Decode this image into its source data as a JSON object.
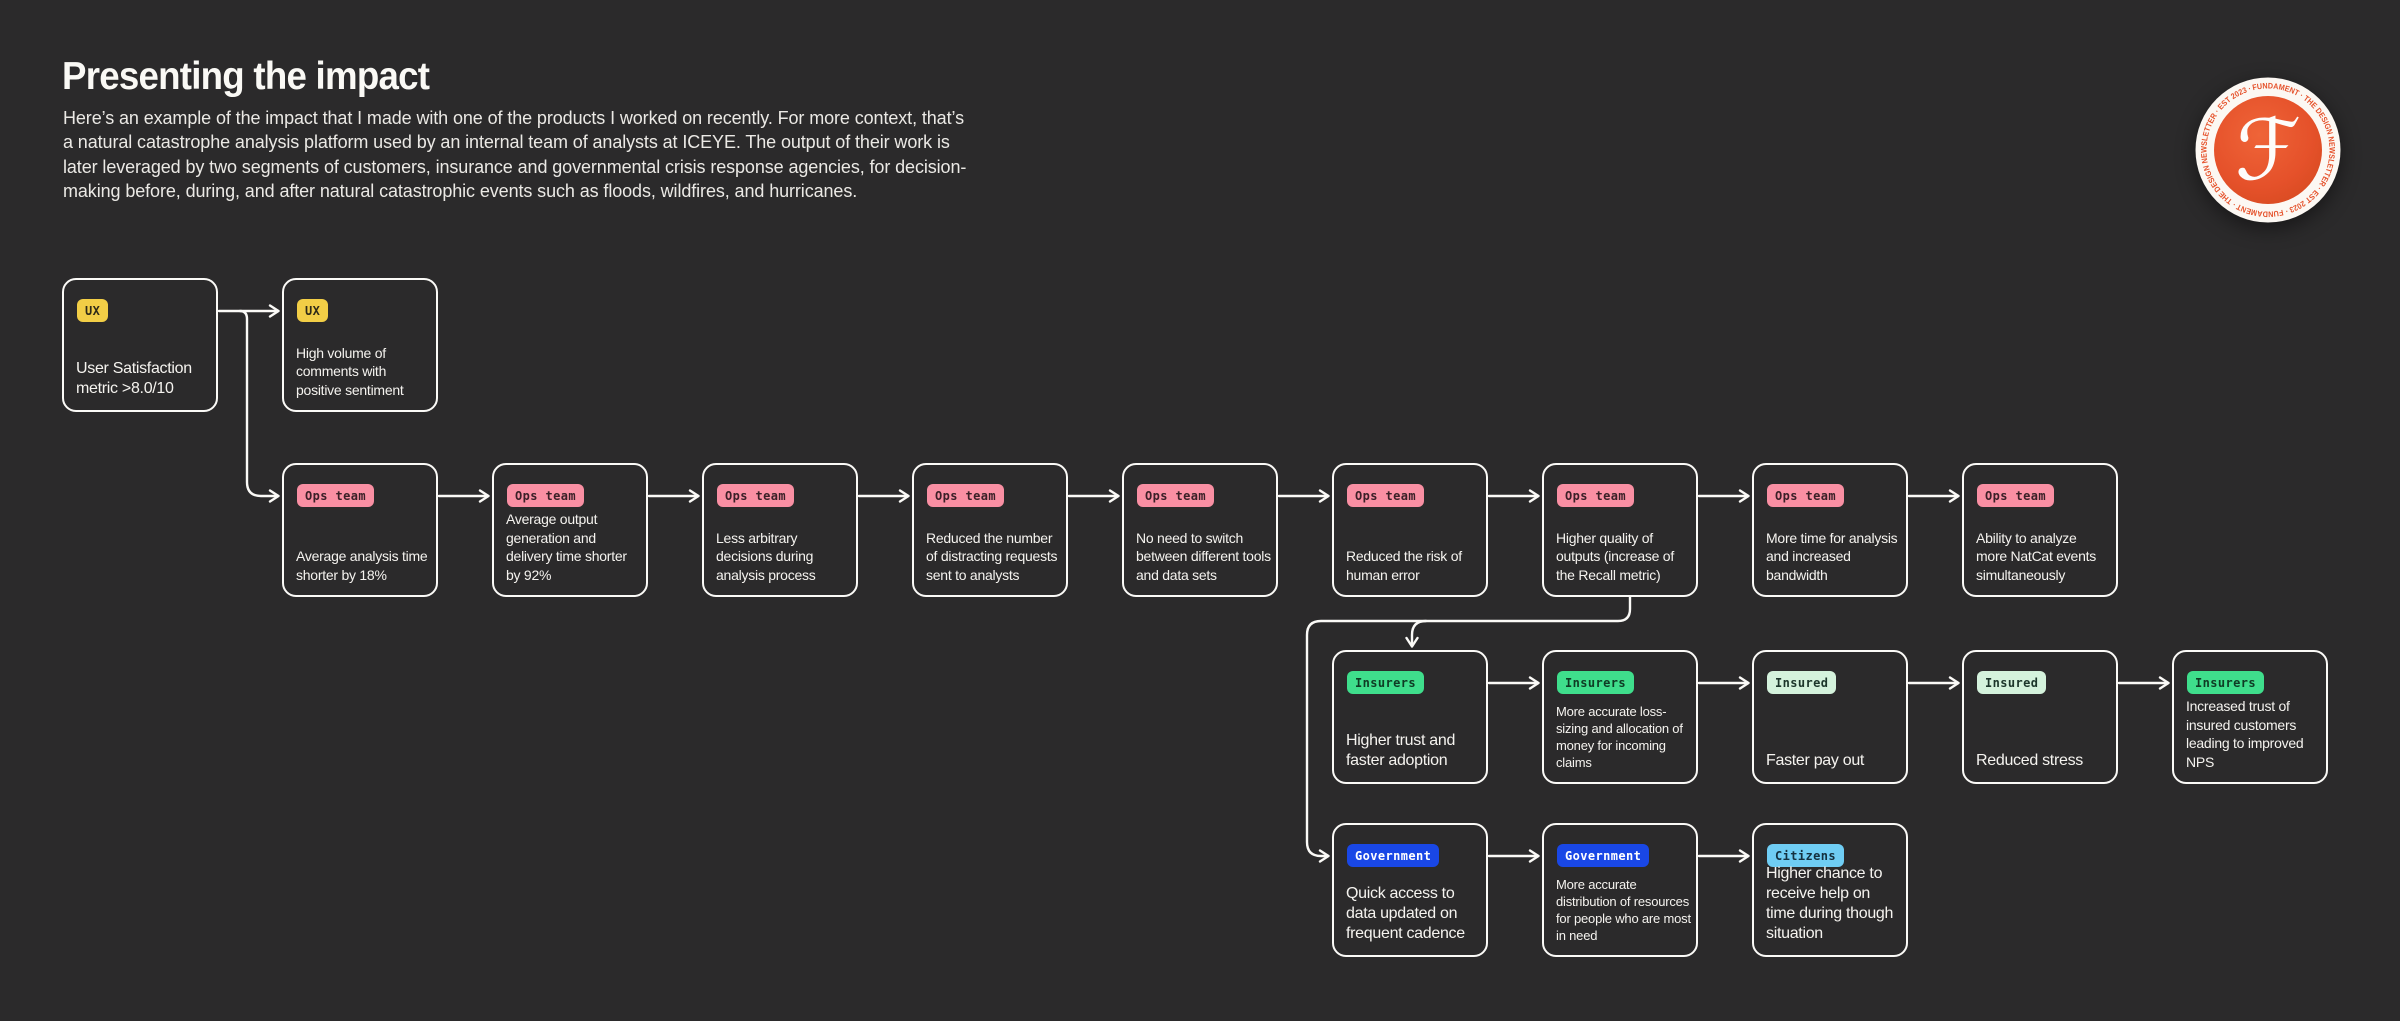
{
  "page": {
    "title": "Presenting the impact",
    "intro_lines": [
      "Here’s an example of the impact that I made with one of the products I worked on recently. For more context, that’s",
      "a natural catastrophe analysis platform used by an internal team of analysts at ICEYE. The output of their work is",
      "later leveraged by two segments of customers, insurance and governmental crisis response agencies, for decision-",
      "making before, during, and after natural catastrophic events such as floods, wildfires, and hurricanes."
    ]
  },
  "logo": {
    "ring_text": "FUNDAMENT · THE DESIGN NEWSLETTER · EST 2023 · FUNDAMENT · THE DESIGN NEWSLETTER · EST 2023 ·",
    "monogram": "ℱ",
    "badge_color": "#E5512A"
  },
  "tag_styles": {
    "ux": {
      "label": "UX",
      "bg": "#F2CE46",
      "fg": "#2E2A18"
    },
    "ops": {
      "label": "Ops team",
      "bg": "#F98FA3",
      "fg": "#3A2027"
    },
    "insurers": {
      "label": "Insurers",
      "bg": "#3FDE8C",
      "fg": "#0F3B24"
    },
    "insured": {
      "label": "Insured",
      "bg": "#D4F2DC",
      "fg": "#1C352A"
    },
    "government": {
      "label": "Government",
      "bg": "#1947E6",
      "fg": "#FFFFFF"
    },
    "citizens": {
      "label": "Citizens",
      "bg": "#6FCDF4",
      "fg": "#14303F"
    }
  },
  "nodes": [
    {
      "id": "ux1",
      "tag": "ux",
      "text": "User Satisfaction metric >8.0/10",
      "col": 0,
      "row": 0,
      "size": "lg"
    },
    {
      "id": "ux2",
      "tag": "ux",
      "text": "High volume of comments with positive sentiment",
      "col": 1,
      "row": 0,
      "size": "md"
    },
    {
      "id": "ops1",
      "tag": "ops",
      "text": "Average analysis time shorter by 18%",
      "col": 1,
      "row": 1,
      "size": "md"
    },
    {
      "id": "ops2",
      "tag": "ops",
      "text": "Average output generation and delivery time shorter by 92%",
      "col": 2,
      "row": 1,
      "size": "md"
    },
    {
      "id": "ops3",
      "tag": "ops",
      "text": "Less arbitrary decisions during analysis process",
      "col": 3,
      "row": 1,
      "size": "md"
    },
    {
      "id": "ops4",
      "tag": "ops",
      "text": "Reduced the number of distracting requests sent to analysts",
      "col": 4,
      "row": 1,
      "size": "md"
    },
    {
      "id": "ops5",
      "tag": "ops",
      "text": "No need to switch between different tools and data sets",
      "col": 5,
      "row": 1,
      "size": "md"
    },
    {
      "id": "ops6",
      "tag": "ops",
      "text": "Reduced the risk of human error",
      "col": 6,
      "row": 1,
      "size": "md"
    },
    {
      "id": "ops7",
      "tag": "ops",
      "text": "Higher quality of outputs (increase of the Recall metric)",
      "col": 7,
      "row": 1,
      "size": "md"
    },
    {
      "id": "ops8",
      "tag": "ops",
      "text": "More time for analysis and increased bandwidth",
      "col": 8,
      "row": 1,
      "size": "md"
    },
    {
      "id": "ops9",
      "tag": "ops",
      "text": "Ability to analyze more NatCat events simultaneously",
      "col": 9,
      "row": 1,
      "size": "md"
    },
    {
      "id": "ins1",
      "tag": "insurers",
      "text": "Higher trust and faster adoption",
      "col": 6,
      "row": 2,
      "size": "lg"
    },
    {
      "id": "ins2",
      "tag": "insurers",
      "text": "More accurate loss-sizing and allocation of money for incoming claims",
      "col": 7,
      "row": 2,
      "size": "sm"
    },
    {
      "id": "ins3",
      "tag": "insured",
      "text": "Faster pay out",
      "col": 8,
      "row": 2,
      "size": "lg"
    },
    {
      "id": "ins4",
      "tag": "insured",
      "text": "Reduced stress",
      "col": 9,
      "row": 2,
      "size": "lg"
    },
    {
      "id": "ins5",
      "tag": "insurers",
      "text": "Increased trust of insured customers leading to improved NPS",
      "col": 10,
      "row": 2,
      "size": "md"
    },
    {
      "id": "gov1",
      "tag": "government",
      "text": "Quick access to data updated on frequent cadence",
      "col": 6,
      "row": 3,
      "size": "lg"
    },
    {
      "id": "gov2",
      "tag": "government",
      "text": "More accurate distribution of resources for people who are most in need",
      "col": 7,
      "row": 3,
      "size": "sm"
    },
    {
      "id": "gov3",
      "tag": "citizens",
      "text": "Higher chance to receive help on time during though situation",
      "col": 8,
      "row": 3,
      "size": "lg"
    }
  ],
  "edges": [
    {
      "from": "ux1",
      "to": "ux2"
    },
    {
      "from": "ux1",
      "to": "ops1",
      "via": "drop"
    },
    {
      "from": "ops1",
      "to": "ops2"
    },
    {
      "from": "ops2",
      "to": "ops3"
    },
    {
      "from": "ops3",
      "to": "ops4"
    },
    {
      "from": "ops4",
      "to": "ops5"
    },
    {
      "from": "ops5",
      "to": "ops6"
    },
    {
      "from": "ops6",
      "to": "ops7"
    },
    {
      "from": "ops7",
      "to": "ops8"
    },
    {
      "from": "ops8",
      "to": "ops9"
    },
    {
      "from": "ops7",
      "to": "gov1",
      "via": "trunk"
    },
    {
      "from": "ops7",
      "to": "ins1",
      "via": "trunk-branch"
    },
    {
      "from": "ins1",
      "to": "ins2"
    },
    {
      "from": "ins2",
      "to": "ins3"
    },
    {
      "from": "ins3",
      "to": "ins4"
    },
    {
      "from": "ins4",
      "to": "ins5"
    },
    {
      "from": "gov1",
      "to": "gov2"
    },
    {
      "from": "gov2",
      "to": "gov3"
    }
  ]
}
